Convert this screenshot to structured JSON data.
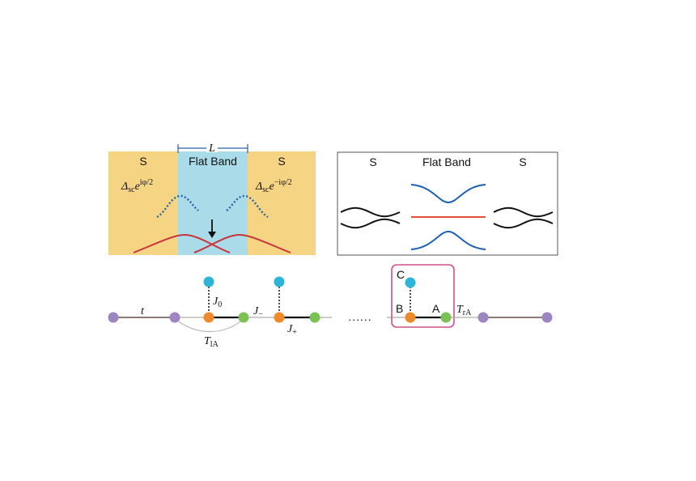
{
  "panel_left": {
    "length_label": "L",
    "regions": [
      "S",
      "Flat Band",
      "S"
    ],
    "left_gap": {
      "base": "Δ",
      "sub": "sc",
      "exp": "e",
      "phase": "iφ/2"
    },
    "right_gap": {
      "base": "Δ",
      "sub": "sc",
      "exp": "e",
      "phase": "−iφ/2"
    }
  },
  "panel_right": {
    "regions": [
      "S",
      "Flat Band",
      "S"
    ]
  },
  "lattice": {
    "hopping_t": "t",
    "J0": {
      "base": "J",
      "sub": "0"
    },
    "Jminus": {
      "base": "J",
      "sub": "−"
    },
    "Jplus": {
      "base": "J",
      "sub": "+"
    },
    "TlA": {
      "base": "T",
      "sub": "lA"
    },
    "TrA": {
      "base": "T",
      "sub": "rA"
    },
    "dots": "......",
    "site_C": "C",
    "site_B": "B",
    "site_A": "A"
  },
  "colors": {
    "superconductor": "#f5d584",
    "flat_band_region": "#a9dbe8",
    "lead_site": "#9b86c0",
    "site_A": "#7cc156",
    "site_B": "#ef8a2b",
    "site_C": "#2db4d8",
    "unit_cell_box": "#d0508a",
    "flat_band_line": "#e0523a",
    "wavefunction": "#c8343a",
    "decay_dots": "#2d5fa6",
    "band_blue": "#1f5fb0"
  }
}
